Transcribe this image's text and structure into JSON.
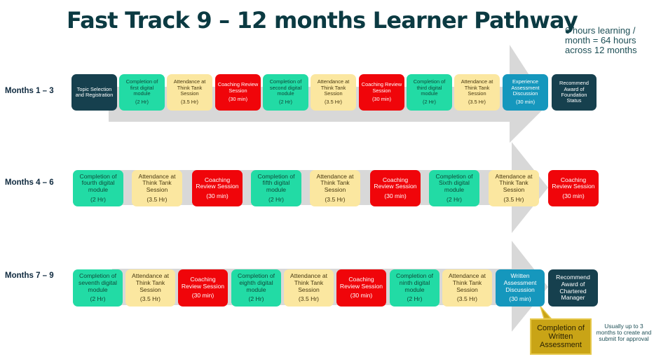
{
  "title": "Fast Track 9 – 12 months Learner Pathway",
  "note": "6 hours learning / month = 64 hours across 12 months",
  "rows": [
    {
      "label": "Months 1 – 3",
      "boxes": [
        {
          "title": "Topic Selection and Registration",
          "duration": "",
          "color": "navy"
        },
        {
          "title": "Completion of first digital module",
          "duration": "(2 Hr)",
          "color": "green"
        },
        {
          "title": "Attendance at Think Tank Session",
          "duration": "(3.5 Hr)",
          "color": "yellow"
        },
        {
          "title": "Coaching Review Session",
          "duration": "(30 min)",
          "color": "red"
        },
        {
          "title": "Completion of second digital module",
          "duration": "(2 Hr)",
          "color": "green"
        },
        {
          "title": "Attendance at Think Tank Session",
          "duration": "(3.5 Hr)",
          "color": "yellow"
        },
        {
          "title": "Coaching Review Session",
          "duration": "(30 min)",
          "color": "red"
        },
        {
          "title": "Completion of third digital module",
          "duration": "(2 Hr)",
          "color": "green"
        },
        {
          "title": "Attendance at Think Tank Session",
          "duration": "(3.5 Hr)",
          "color": "yellow"
        },
        {
          "title": "Experience Assessment Discussion",
          "duration": "(30 min)",
          "color": "blue"
        },
        {
          "title": "Recommend Award of Foundation Status",
          "duration": "",
          "color": "navy"
        }
      ]
    },
    {
      "label": "Months 4 – 6",
      "boxes": [
        {
          "title": "Completion of fourth digital module",
          "duration": "(2 Hr)",
          "color": "green"
        },
        {
          "title": "Attendance at Think Tank Session",
          "duration": "(3.5 Hr)",
          "color": "yellow"
        },
        {
          "title": "Coaching Review Session",
          "duration": "(30 min)",
          "color": "red"
        },
        {
          "title": "Completion of fifth digital module",
          "duration": "(2 Hr)",
          "color": "green"
        },
        {
          "title": "Attendance at Think Tank Session",
          "duration": "(3.5 Hr)",
          "color": "yellow"
        },
        {
          "title": "Coaching Review Session",
          "duration": "(30 min)",
          "color": "red"
        },
        {
          "title": "Completion of Sixth digital module",
          "duration": "(2 Hr)",
          "color": "green"
        },
        {
          "title": "Attendance at Think Tank Session",
          "duration": "(3.5 Hr)",
          "color": "yellow"
        },
        {
          "title": "Coaching Review Session",
          "duration": "(30 min)",
          "color": "red"
        }
      ]
    },
    {
      "label": "Months 7 – 9",
      "boxes": [
        {
          "title": "Completion of seventh digital module",
          "duration": "(2 Hr)",
          "color": "green"
        },
        {
          "title": "Attendance at Think Tank Session",
          "duration": "(3.5 Hr)",
          "color": "yellow"
        },
        {
          "title": "Coaching Review Session",
          "duration": "(30 min)",
          "color": "red"
        },
        {
          "title": "Completion of eighth digital module",
          "duration": "(2 Hr)",
          "color": "green"
        },
        {
          "title": "Attendance at Think Tank Session",
          "duration": "(3.5 Hr)",
          "color": "yellow"
        },
        {
          "title": "Coaching Review Session",
          "duration": "(30 min)",
          "color": "red"
        },
        {
          "title": "Completion of ninth digital module",
          "duration": "(2 Hr)",
          "color": "green"
        },
        {
          "title": "Attendance at Think Tank Session",
          "duration": "(3.5 Hr)",
          "color": "yellow"
        },
        {
          "title": "Written Assessment Discussion",
          "duration": "(30 min)",
          "color": "blue"
        },
        {
          "title": "Recommend Award of Chartered Manager",
          "duration": "",
          "color": "navy"
        }
      ]
    }
  ],
  "callout": "Completion of Written Assessment",
  "side_note": "Usually up to 3 months to create and submit for approval",
  "colors": {
    "green": "#22dba5",
    "yellow": "#fbe7a0",
    "red": "#f0050a",
    "blue": "#1597bd",
    "navy": "#16404e",
    "arrow": "#d8d8d8",
    "callout": "#c9a416"
  }
}
